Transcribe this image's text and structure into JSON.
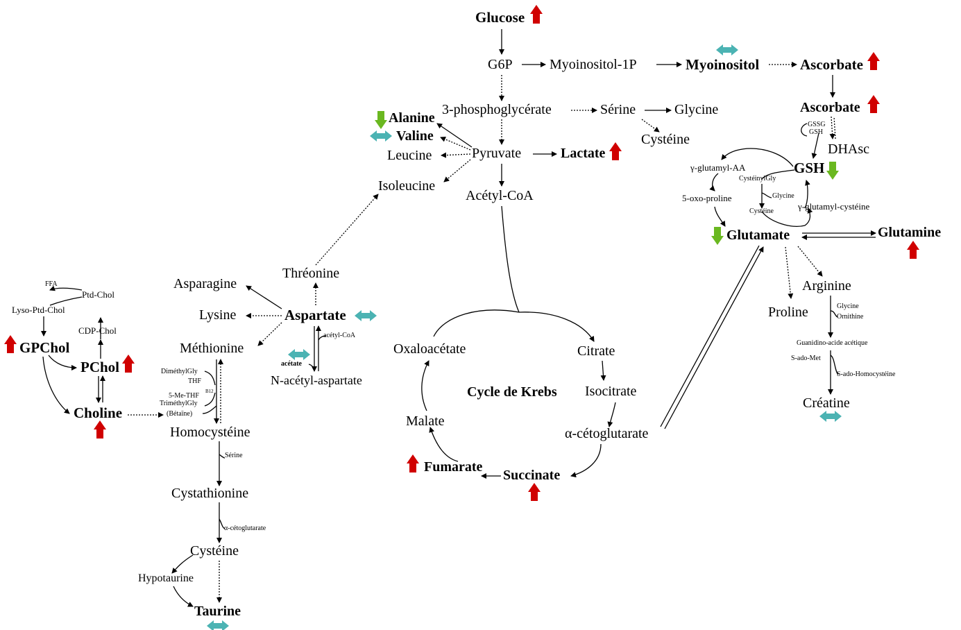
{
  "colors": {
    "increase": "#d00000",
    "decrease": "#6ab820",
    "unchanged": "#4bb3b3",
    "line": "#000000"
  },
  "labels": {
    "glucose": "Glucose",
    "g6p": "G6P",
    "myoinositol_1p": "Myoinositol-1P",
    "myoinositol": "Myoinositol",
    "ascorbate_top": "Ascorbate",
    "ascorbate": "Ascorbate",
    "gssg": "GSSG",
    "gsh_small": "GSH",
    "dhasc": "DHAsc",
    "phosphoglycerate": "3-phosphoglycérate",
    "serine_top": "Sérine",
    "glycine_top": "Glycine",
    "cysteine_top": "Cystéine",
    "alanine": "Alanine",
    "valine": "Valine",
    "leucine": "Leucine",
    "pyruvate": "Pyruvate",
    "lactate": "Lactate",
    "isoleucine": "Isoleucine",
    "acetyl_coa": "Acétyl-CoA",
    "gsh": "GSH",
    "gamma_glutamyl_aa": "γ-glutamyl-AA",
    "cysteinylgly": "CystéinylGly",
    "glycine_small": "Glycine",
    "oxoproline": "5-oxo-proline",
    "cysteine_small": "Cystéine",
    "gamma_glutamyl_cysteine": "γ-glutamyl-cystéine",
    "glutamate": "Glutamate",
    "glutamine": "Glutamine",
    "arginine": "Arginine",
    "glycine_arg": "Glycine",
    "ornithine": "Ornithine",
    "proline": "Proline",
    "guanidino": "Guanidino-acide acétique",
    "s_ado_met": "S-ado-Met",
    "s_ado_homocysteine": "S-ado-Homocystéine",
    "creatine": "Créatine",
    "threonine": "Thréonine",
    "asparagine": "Asparagine",
    "lysine": "Lysine",
    "aspartate": "Aspartate",
    "methionine": "Méthionine",
    "acetyl_coa_small": "acétyl-CoA",
    "acetate": "acétate",
    "n_acetyl_aspartate": "N-acétyl-aspartate",
    "dimethylgly": "DiméthylGly",
    "thf": "THF",
    "b12": "B12",
    "five_me_thf": "5-Me-THF",
    "trimethylgly": "TriméthylGly",
    "betaine": "(Bétaïne)",
    "homocysteine": "Homocystéine",
    "serine_small": "Sérine",
    "cystathionine": "Cystathionine",
    "alpha_ketoglutarate_small": "α-cétoglutarate",
    "cysteine_bottom": "Cystéine",
    "hypotaurine": "Hypotaurine",
    "taurine": "Taurine",
    "ffa": "FFA",
    "ptd_chol": "Ptd-Chol",
    "lyso_ptd_chol": "Lyso-Ptd-Chol",
    "cdp_chol": "CDP-Chol",
    "gpchol": "GPChol",
    "pchol": "PChol",
    "choline": "Choline",
    "oxaloacetate": "Oxaloacétate",
    "citrate": "Citrate",
    "krebs": "Cycle de Krebs",
    "isocitrate": "Isocitrate",
    "malate": "Malate",
    "alpha_ketoglutarate": "α-cétoglutarate",
    "fumarate": "Fumarate",
    "succinate": "Succinate"
  }
}
